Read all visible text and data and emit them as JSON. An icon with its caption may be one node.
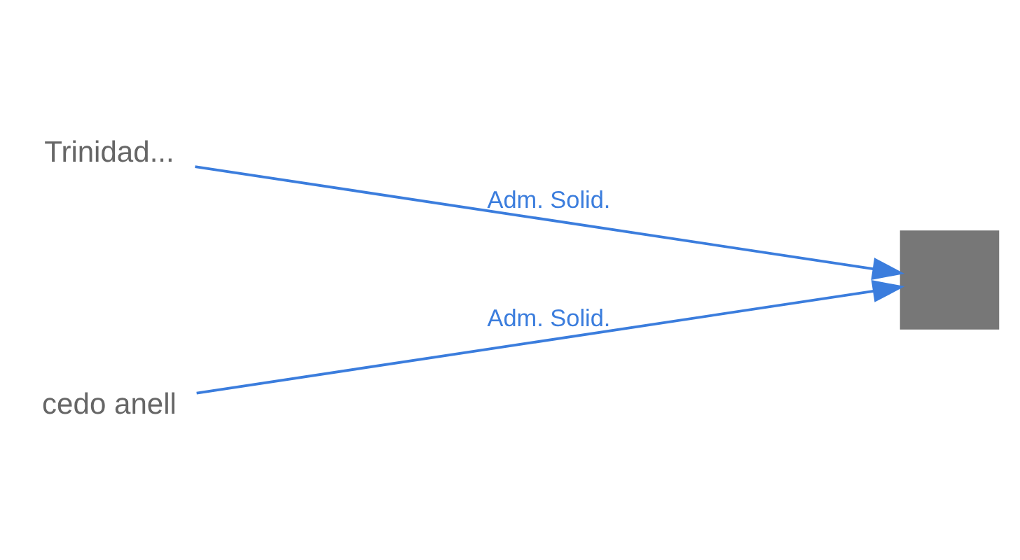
{
  "diagram": {
    "nodes": [
      {
        "text": [
          "Trinidad..."
        ]
      },
      {
        "text": [
          "cedo anell"
        ]
      },
      {
        "text": [],
        "shape": "box"
      }
    ],
    "edges": [
      {
        "from": 0,
        "to": 2,
        "arrow": "to",
        "label": "Adm. Solid."
      },
      {
        "from": 1,
        "to": 2,
        "arrow": "to",
        "label": "Adm. Solid."
      }
    ]
  }
}
